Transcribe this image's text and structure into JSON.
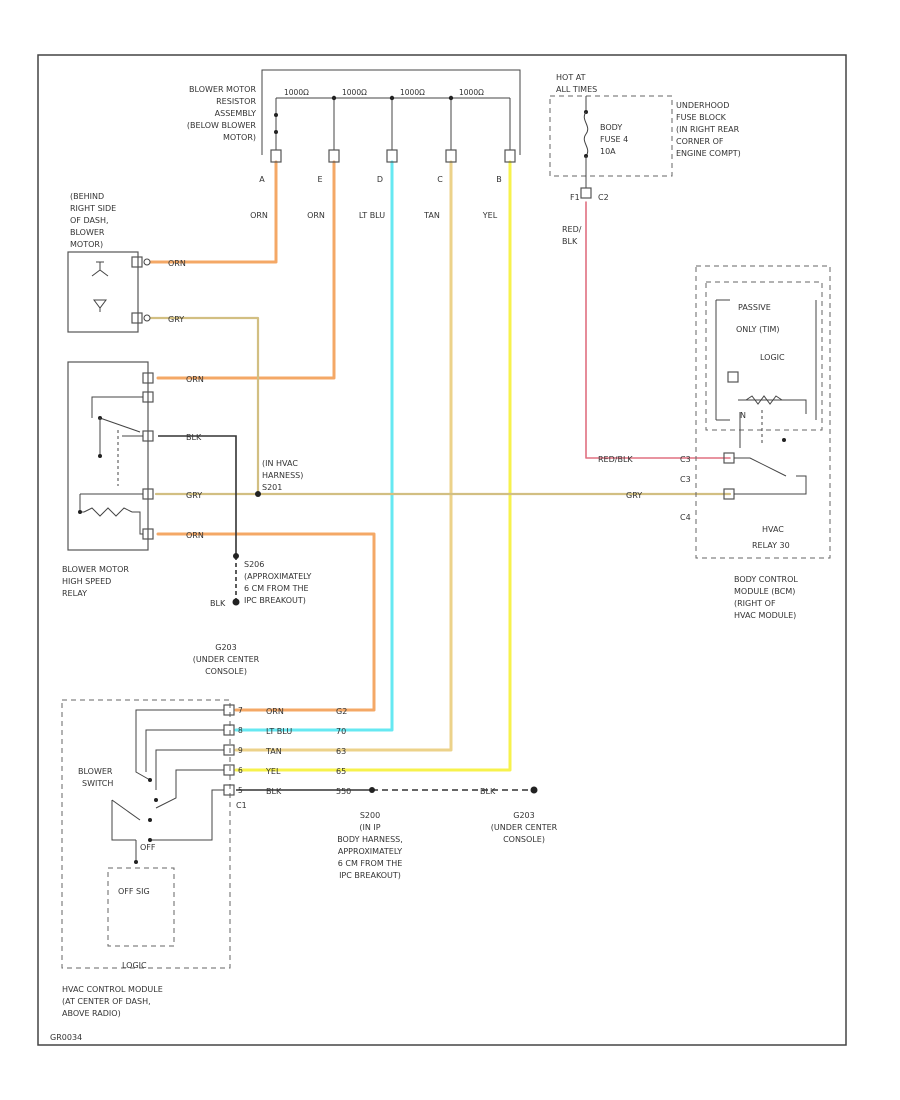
{
  "colors": {
    "ORN": "#f4a866",
    "LT BLU": "#66e8f2",
    "TAN": "#ecd28a",
    "YEL": "#f7f24c",
    "RED/BLK": "#e07080",
    "GRY": "#d2bf82",
    "BLK": "#333333"
  },
  "components": {
    "blower_resistor": [
      "BLOWER MOTOR",
      "RESISTOR",
      "ASSEMBLY",
      "(BELOW BLOWER",
      "MOTOR)"
    ],
    "blower_motor": [
      "(BEHIND",
      "RIGHT SIDE",
      "OF DASH,",
      "BLOWER",
      "MOTOR)"
    ],
    "hot_at_all_times": [
      "HOT AT",
      "ALL TIMES"
    ],
    "fuse": [
      "BODY",
      "FUSE 4",
      "10A"
    ],
    "fuse_block": [
      "UNDERHOOD",
      "FUSE BLOCK",
      "(IN RIGHT REAR",
      "CORNER OF",
      "ENGINE COMPT)"
    ],
    "high_speed_relay": [
      "BLOWER MOTOR",
      "HIGH SPEED",
      "RELAY"
    ],
    "hvac_harness": [
      "(IN HVAC",
      "HARNESS)",
      "S201"
    ],
    "s206": [
      "S206",
      "(APPROXIMATELY",
      "6 CM FROM THE",
      "IPC BREAKOUT)"
    ],
    "g203_console": [
      "G203",
      "(UNDER CENTER",
      "CONSOLE)"
    ],
    "body_control_module": [
      "BODY CONTROL",
      "MODULE (BCM)",
      "(RIGHT OF",
      "HVAC MODULE)"
    ],
    "bcm_inner": [
      "PASSIVE",
      "ONLY (TIM)",
      "LOGIC"
    ],
    "hvac_relay": [
      "HVAC",
      "RELAY 30"
    ],
    "blower_switch": [
      "BLOWER",
      "SWITCH"
    ],
    "off_switch_label": "OFF",
    "off_sig": "OFF SIG",
    "logic": "LOGIC",
    "hvac_control_module": [
      "HVAC CONTROL MODULE",
      "(AT CENTER OF DASH,",
      "ABOVE RADIO)"
    ],
    "s200": [
      "S200",
      "(IN IP",
      "BODY HARNESS,",
      "APPROXIMATELY",
      "6 CM FROM THE",
      "IPC BREAKOUT)"
    ],
    "g203_right": [
      "G203",
      "(UNDER CENTER",
      "CONSOLE)"
    ],
    "diagram_id": "GR0034"
  },
  "resistor_wires": [
    {
      "pin": "A",
      "color": "ORN"
    },
    {
      "pin": "E",
      "color": "ORN"
    },
    {
      "pin": "D",
      "color": "LT BLU"
    },
    {
      "pin": "C",
      "color": "TAN"
    },
    {
      "pin": "B",
      "color": "YEL"
    }
  ],
  "resistor_top_labels": [
    "1000Ω",
    "1000Ω",
    "1000Ω",
    "1000Ω"
  ],
  "wire_labels": {
    "motor_orn": "ORN",
    "motor_gry": "GRY",
    "relay_orn_top": "ORN",
    "relay_blk": "BLK",
    "relay_gry": "GRY",
    "relay_orn_bottom": "ORN",
    "red_blk_vertical": [
      "RED/",
      "BLK"
    ],
    "red_blk_horizontal": "RED/BLK",
    "bcm_gry": "GRY",
    "blk_s206": "BLK",
    "blk_right": "BLK"
  },
  "connector_labels": {
    "fuse_f1": "F1",
    "fuse_c2": "C2",
    "bcm_c3_top": "C3",
    "bcm_pin_n": "N",
    "bcm_c3_bottom": "C3",
    "bcm_c4": "C4",
    "hvac_c1": "C1"
  },
  "hvac_module_wires": [
    {
      "pin": "7",
      "color": "ORN",
      "pin_no": "G2"
    },
    {
      "pin": "8",
      "color": "LT BLU",
      "pin_no": "70"
    },
    {
      "pin": "9",
      "color": "TAN",
      "pin_no": "63"
    },
    {
      "pin": "6",
      "color": "YEL",
      "pin_no": "65"
    },
    {
      "pin": "5",
      "color": "BLK",
      "pin_no": "550"
    }
  ]
}
